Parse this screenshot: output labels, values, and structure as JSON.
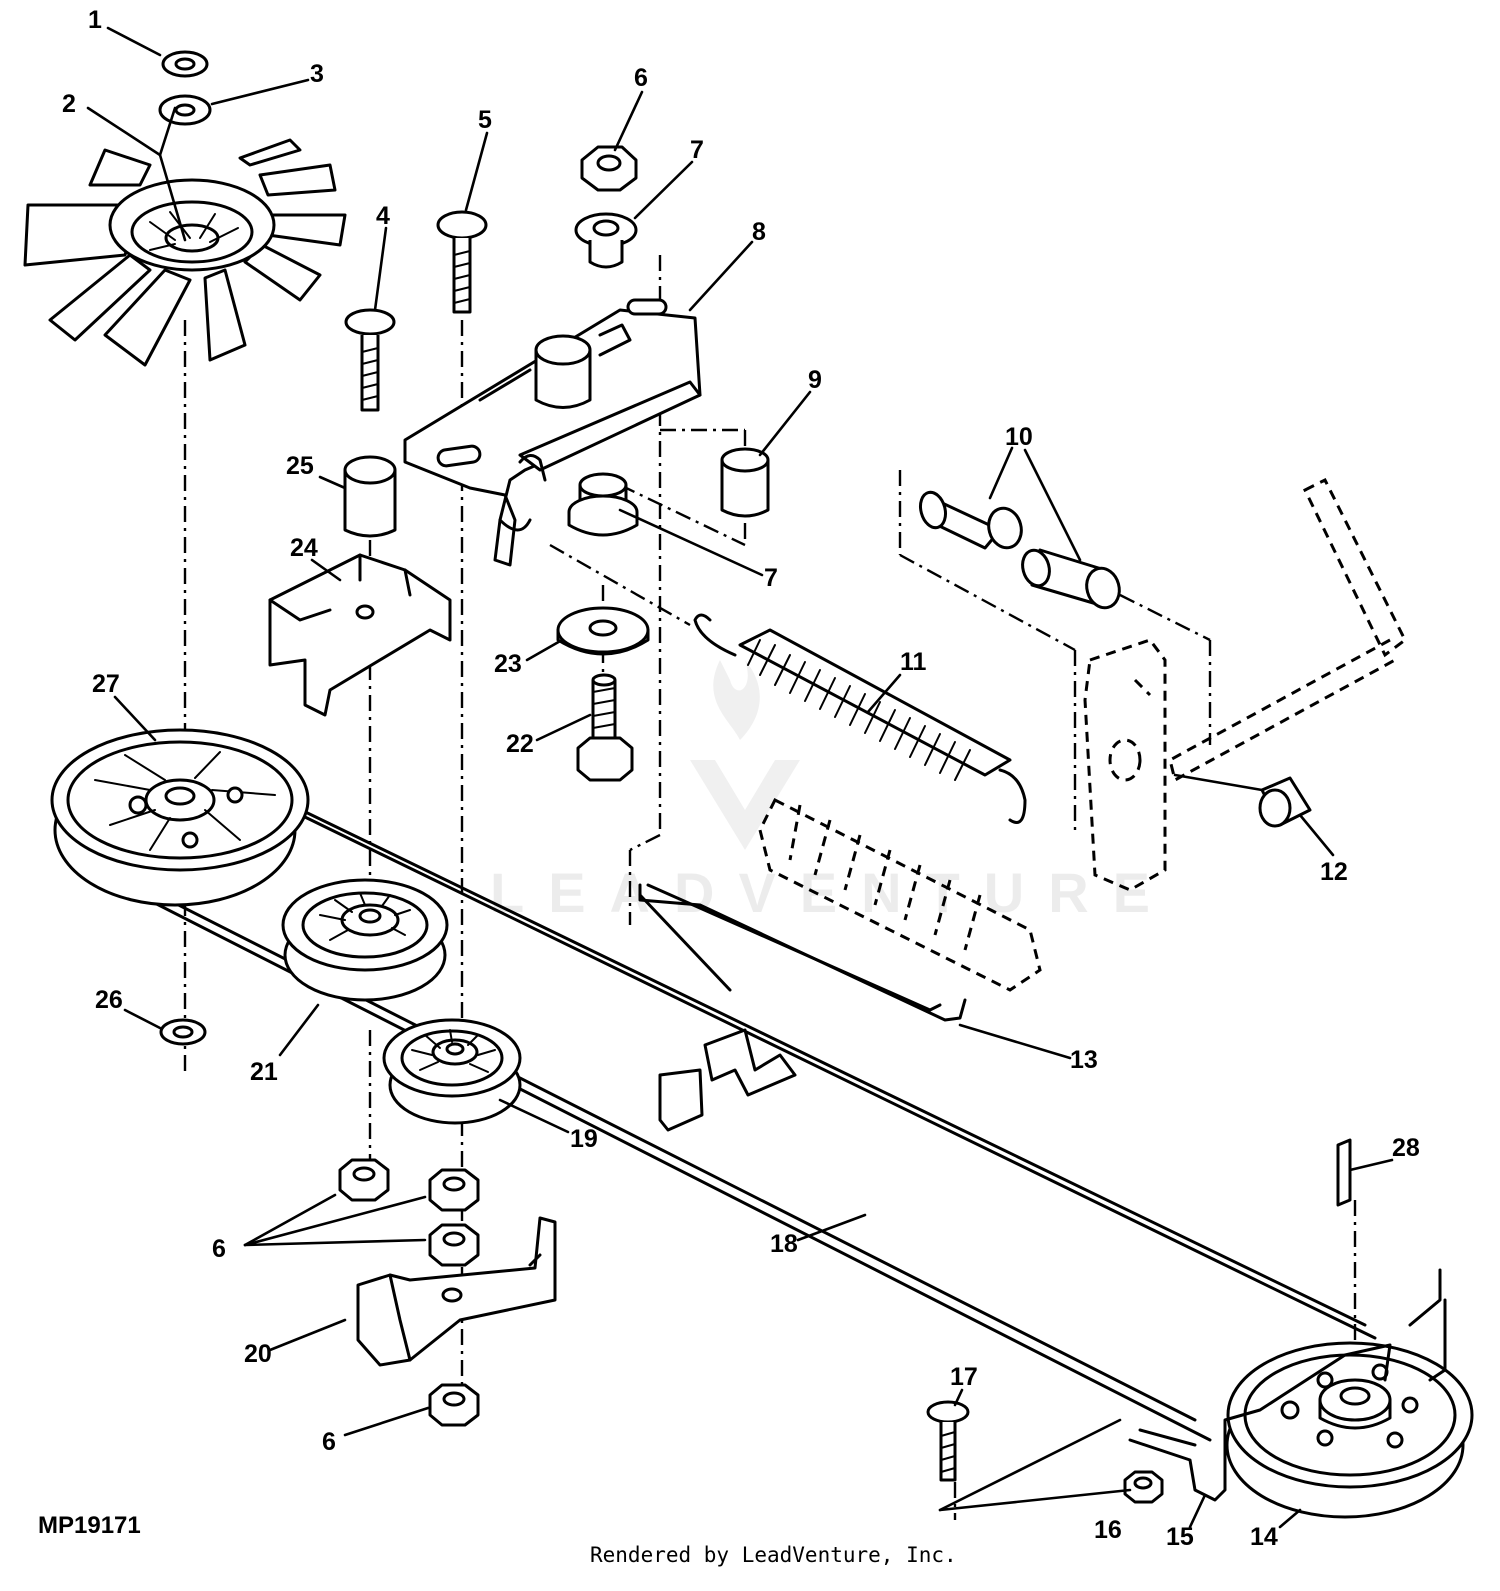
{
  "diagram": {
    "figure_id": "MP19171",
    "credit": "Rendered by LeadVenture, Inc.",
    "watermark": "LEADVENTURE",
    "callouts": [
      {
        "label": "1"
      },
      {
        "label": "2"
      },
      {
        "label": "3"
      },
      {
        "label": "4"
      },
      {
        "label": "5"
      },
      {
        "label": "6"
      },
      {
        "label": "7"
      },
      {
        "label": "8"
      },
      {
        "label": "9"
      },
      {
        "label": "10"
      },
      {
        "label": "25"
      },
      {
        "label": "24"
      },
      {
        "label": "7"
      },
      {
        "label": "11"
      },
      {
        "label": "23"
      },
      {
        "label": "22"
      },
      {
        "label": "27"
      },
      {
        "label": "12"
      },
      {
        "label": "26"
      },
      {
        "label": "21"
      },
      {
        "label": "13"
      },
      {
        "label": "19"
      },
      {
        "label": "28"
      },
      {
        "label": "6"
      },
      {
        "label": "18"
      },
      {
        "label": "20"
      },
      {
        "label": "17"
      },
      {
        "label": "6"
      },
      {
        "label": "16"
      },
      {
        "label": "15"
      },
      {
        "label": "14"
      }
    ]
  }
}
